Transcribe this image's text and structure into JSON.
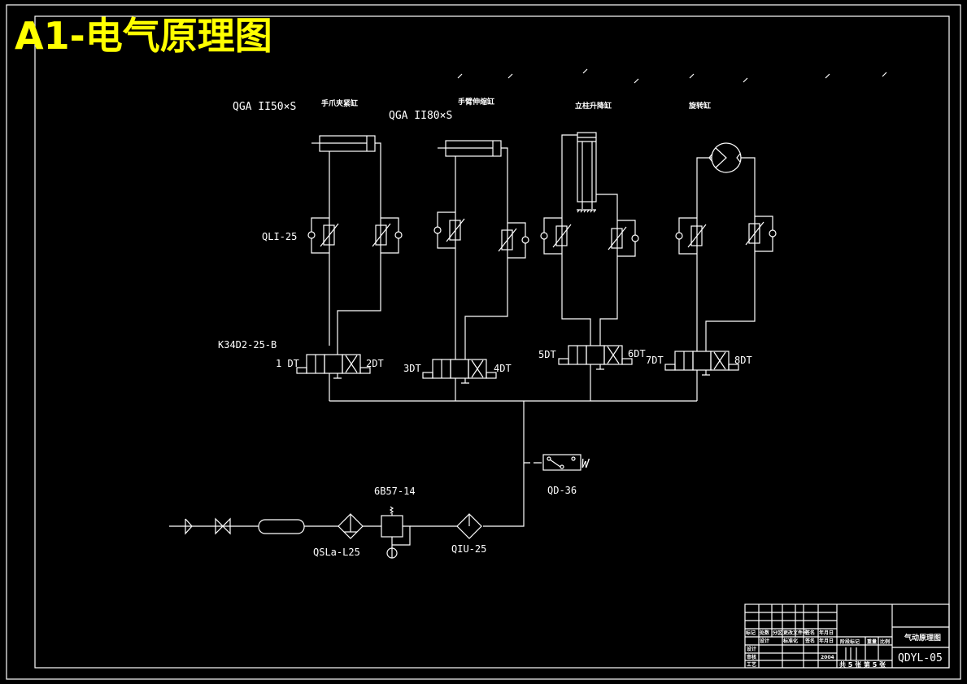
{
  "title": "A1-电气原理图",
  "colors": {
    "background": "#000000",
    "lines": "#ffffff",
    "title": "#ffff00"
  },
  "cylinders": [
    {
      "model": "QGA II50×S",
      "name": "手爪夹紧缸"
    },
    {
      "model": "QGA II80×S",
      "name": "手臂伸缩缸"
    },
    {
      "model": "",
      "name": "立柱升降缸"
    },
    {
      "model": "",
      "name": "旋转缸"
    }
  ],
  "throttle_valve": {
    "model": "QLI-25"
  },
  "directional_valve": {
    "model": "K34D2-25-B"
  },
  "solenoids": [
    "1 DT",
    "2DT",
    "3DT",
    "4DT",
    "5DT",
    "6DT",
    "7DT",
    "8DT"
  ],
  "pressure_relay": {
    "model": "QD-36",
    "symbol": "W"
  },
  "pressure_reducer": {
    "model": "6B57-14"
  },
  "filter": {
    "model": "QSLa-L25"
  },
  "lubricator": {
    "model": "QIU-25"
  },
  "title_block": {
    "drawing_name": "气动原理图",
    "drawing_number": "QDYL-05",
    "sheet_info": "共 5 张 第 5 张",
    "header_row_1": [
      "标记",
      "处数",
      "分区",
      "更改文件号",
      "签名",
      "年月日"
    ],
    "header_row_2": [
      "设计",
      "标准化",
      "",
      "",
      "签名",
      "年月日"
    ],
    "labels": [
      "设计",
      "审核",
      "工艺"
    ],
    "stage_headers": [
      "阶段标记",
      "重量",
      "比例"
    ],
    "date": "2004"
  }
}
